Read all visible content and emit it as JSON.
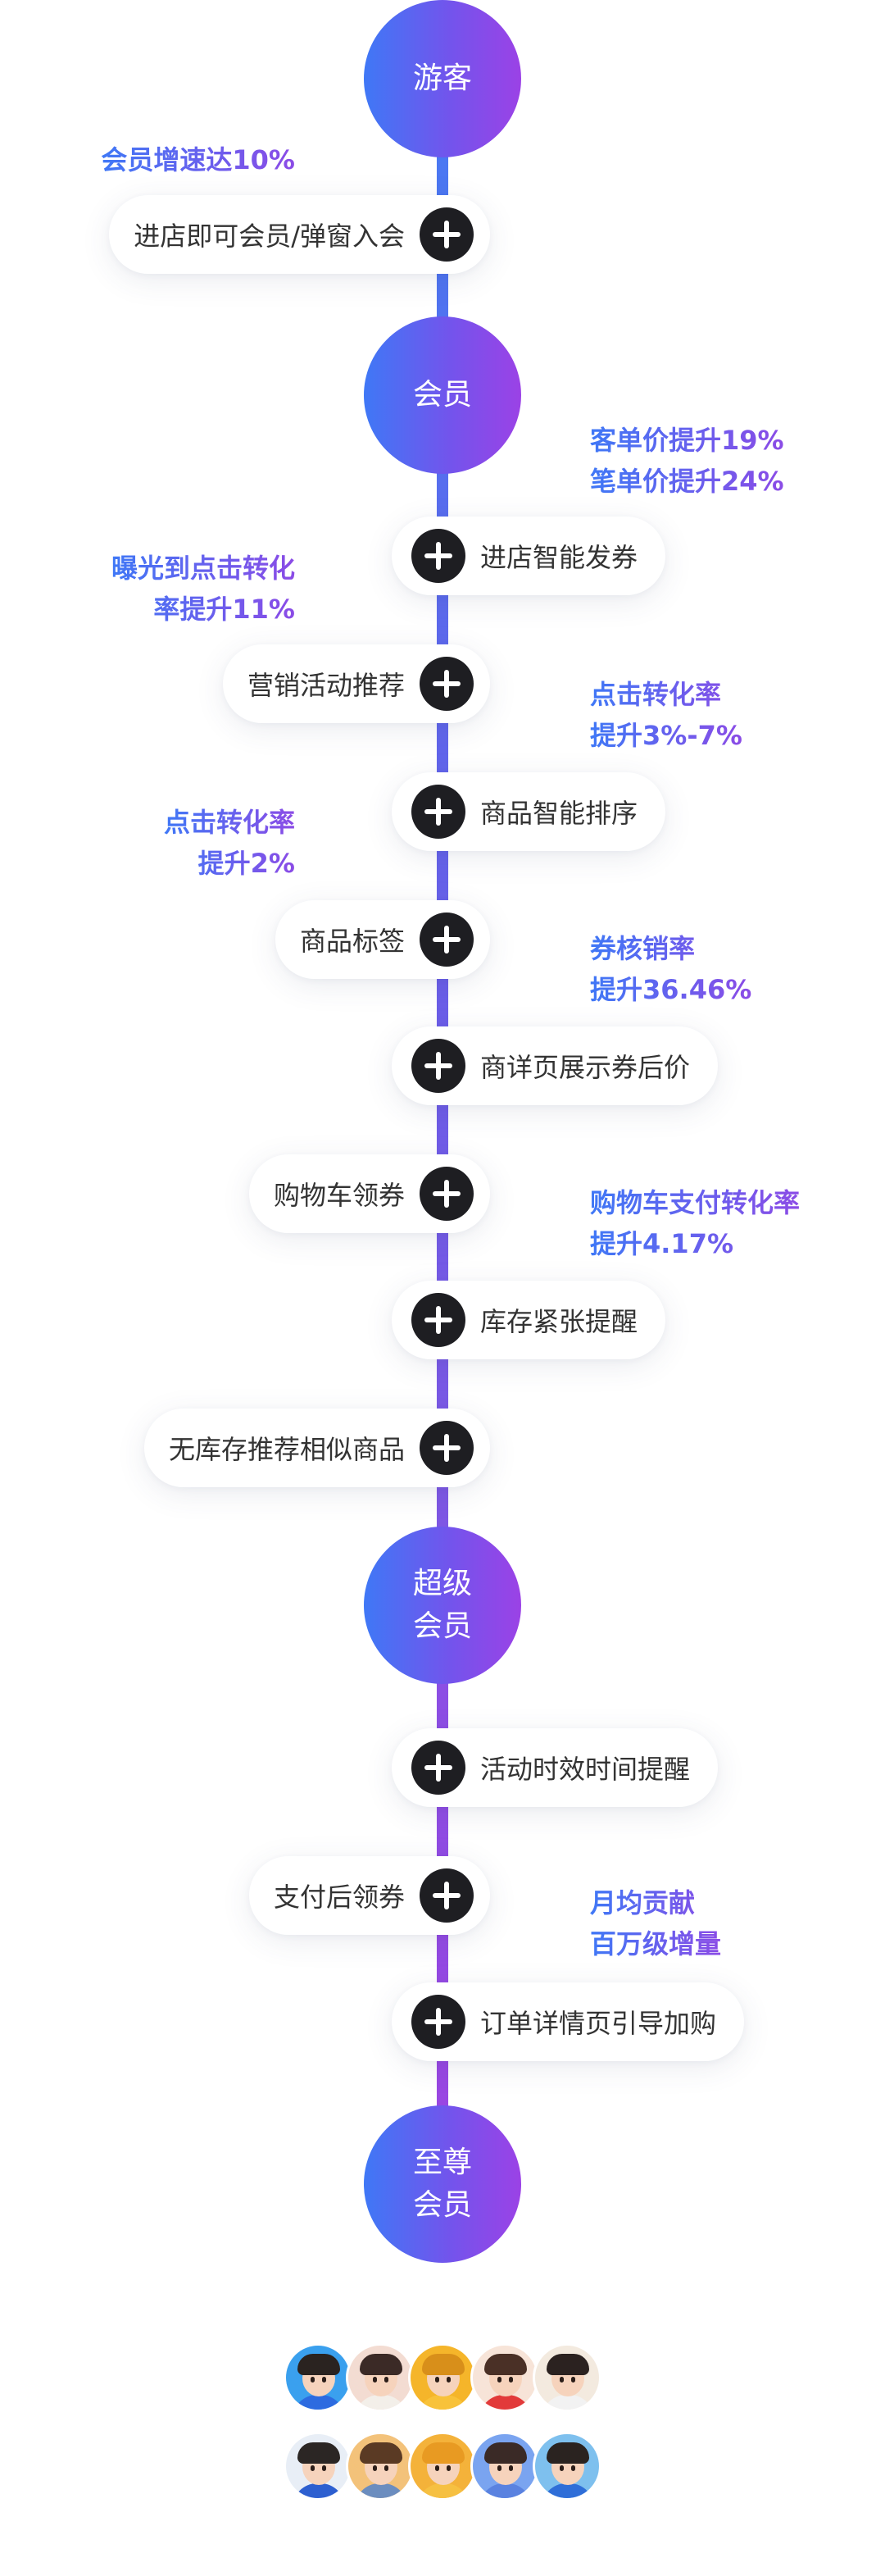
{
  "milestones": [
    {
      "key": "youke",
      "label": "游客"
    },
    {
      "key": "huiyuan",
      "label": "会员"
    },
    {
      "key": "chaoji",
      "label": "超级\n会员"
    },
    {
      "key": "zhizun",
      "label": "至尊\n会员"
    }
  ],
  "steps": [
    {
      "key": "s1",
      "label": "进店即可会员/弹窗入会",
      "side": "left"
    },
    {
      "key": "s2",
      "label": "进店智能发券",
      "side": "right"
    },
    {
      "key": "s3",
      "label": "营销活动推荐",
      "side": "left"
    },
    {
      "key": "s4",
      "label": "商品智能排序",
      "side": "right"
    },
    {
      "key": "s5",
      "label": "商品标签",
      "side": "left"
    },
    {
      "key": "s6",
      "label": "商详页展示券后价",
      "side": "right"
    },
    {
      "key": "s7",
      "label": "购物车领券",
      "side": "left"
    },
    {
      "key": "s8",
      "label": "库存紧张提醒",
      "side": "right"
    },
    {
      "key": "s9",
      "label": "无库存推荐相似商品",
      "side": "left"
    },
    {
      "key": "s10",
      "label": "活动时效时间提醒",
      "side": "right"
    },
    {
      "key": "s11",
      "label": "支付后领券",
      "side": "left"
    },
    {
      "key": "s12",
      "label": "订单详情页引导加购",
      "side": "right"
    }
  ],
  "notes": [
    {
      "key": "n1",
      "lines": [
        "会员增速达10%"
      ]
    },
    {
      "key": "n2",
      "lines": [
        "客单价提升19%",
        "笔单价提升24%"
      ]
    },
    {
      "key": "n3",
      "lines": [
        "曝光到点击转化",
        "率提升11%"
      ]
    },
    {
      "key": "n4",
      "lines": [
        "点击转化率",
        "提升3%-7%"
      ]
    },
    {
      "key": "n5",
      "lines": [
        "点击转化率",
        "提升2%"
      ]
    },
    {
      "key": "n6",
      "lines": [
        "券核销率",
        "提升36.46%"
      ]
    },
    {
      "key": "n7",
      "lines": [
        "购物车支付转化率",
        "提升4.17%"
      ]
    },
    {
      "key": "n8",
      "lines": [
        "月均贡献",
        "百万级增量"
      ]
    }
  ],
  "avatars": {
    "row1": [
      {
        "bg": "#3aa0ee",
        "hair": "#2a2320",
        "shirt": "#2d6be0"
      },
      {
        "bg": "#f3dcd2",
        "hair": "#3b2a26",
        "shirt": "#f3efe9"
      },
      {
        "bg": "#f5b52a",
        "hair": "#d88f1a",
        "shirt": "#f8c23a"
      },
      {
        "bg": "#f7e4d8",
        "hair": "#4a3026",
        "shirt": "#e23a3a"
      },
      {
        "bg": "#f3eadf",
        "hair": "#2b2220",
        "shirt": "#f2f2f2"
      }
    ],
    "row2": [
      {
        "bg": "#e8eef6",
        "hair": "#2b2624",
        "shirt": "#2d5fd0"
      },
      {
        "bg": "#f3c27a",
        "hair": "#5a3a24",
        "shirt": "#6b8dbf"
      },
      {
        "bg": "#f4b23a",
        "hair": "#e89a22",
        "shirt": "#f6c042"
      },
      {
        "bg": "#7aa4f0",
        "hair": "#3a2a26",
        "shirt": "#5a82e0"
      },
      {
        "bg": "#7ec0ee",
        "hair": "#2a2320",
        "shirt": "#2f6ed8"
      }
    ]
  },
  "colors": {
    "accent_blue": "#3f78f6",
    "accent_purple": "#9b42e6",
    "plus_button": "#1e1e22"
  }
}
